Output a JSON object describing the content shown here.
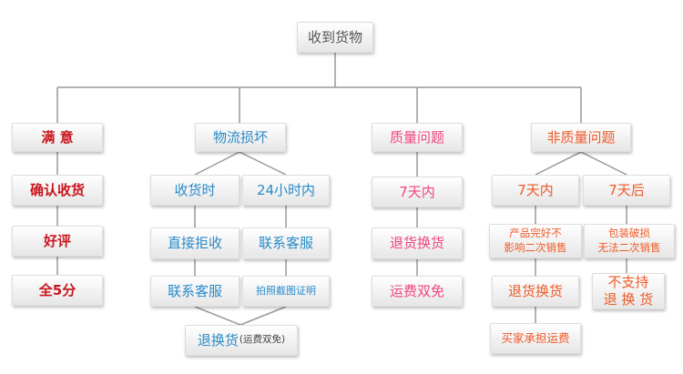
{
  "diagram": {
    "root": "收到货物",
    "branch1": {
      "title": "满 意",
      "step1": "确认收货",
      "step2": "好评",
      "step3": "全5分"
    },
    "branch2": {
      "title": "物流损坏",
      "left": {
        "title": "收货时",
        "step1": "直接拒收",
        "step2": "联系客服"
      },
      "right": {
        "title": "24小时内",
        "step1": "联系客服",
        "step2": "拍照截图证明"
      },
      "final_main": "退换货",
      "final_note": "(运费双免)"
    },
    "branch3": {
      "title": "质量问题",
      "step1": "7天内",
      "step2": "退货换货",
      "step3": "运费双免"
    },
    "branch4": {
      "title": "非质量问题",
      "left": {
        "title": "7天内",
        "cond_line1": "产品完好不",
        "cond_line2": "影响二次销售",
        "action": "退货换货",
        "fee": "买家承担运费"
      },
      "right": {
        "title": "7天后",
        "cond_line1": "包装破损",
        "cond_line2": "无法二次销售",
        "action_line1": "不支持",
        "action_line2": "退 换 货"
      }
    }
  }
}
